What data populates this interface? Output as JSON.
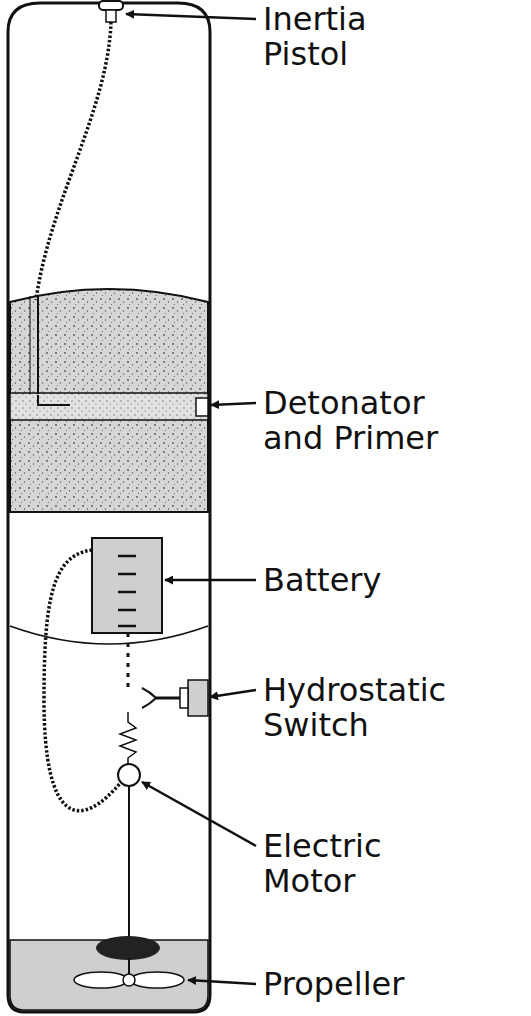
{
  "diagram": {
    "labels": [
      "Inertia Pistol",
      "Detonator and Primer",
      "Battery",
      "Hydrostatic Switch",
      "Electric Motor",
      "Propeller"
    ]
  }
}
